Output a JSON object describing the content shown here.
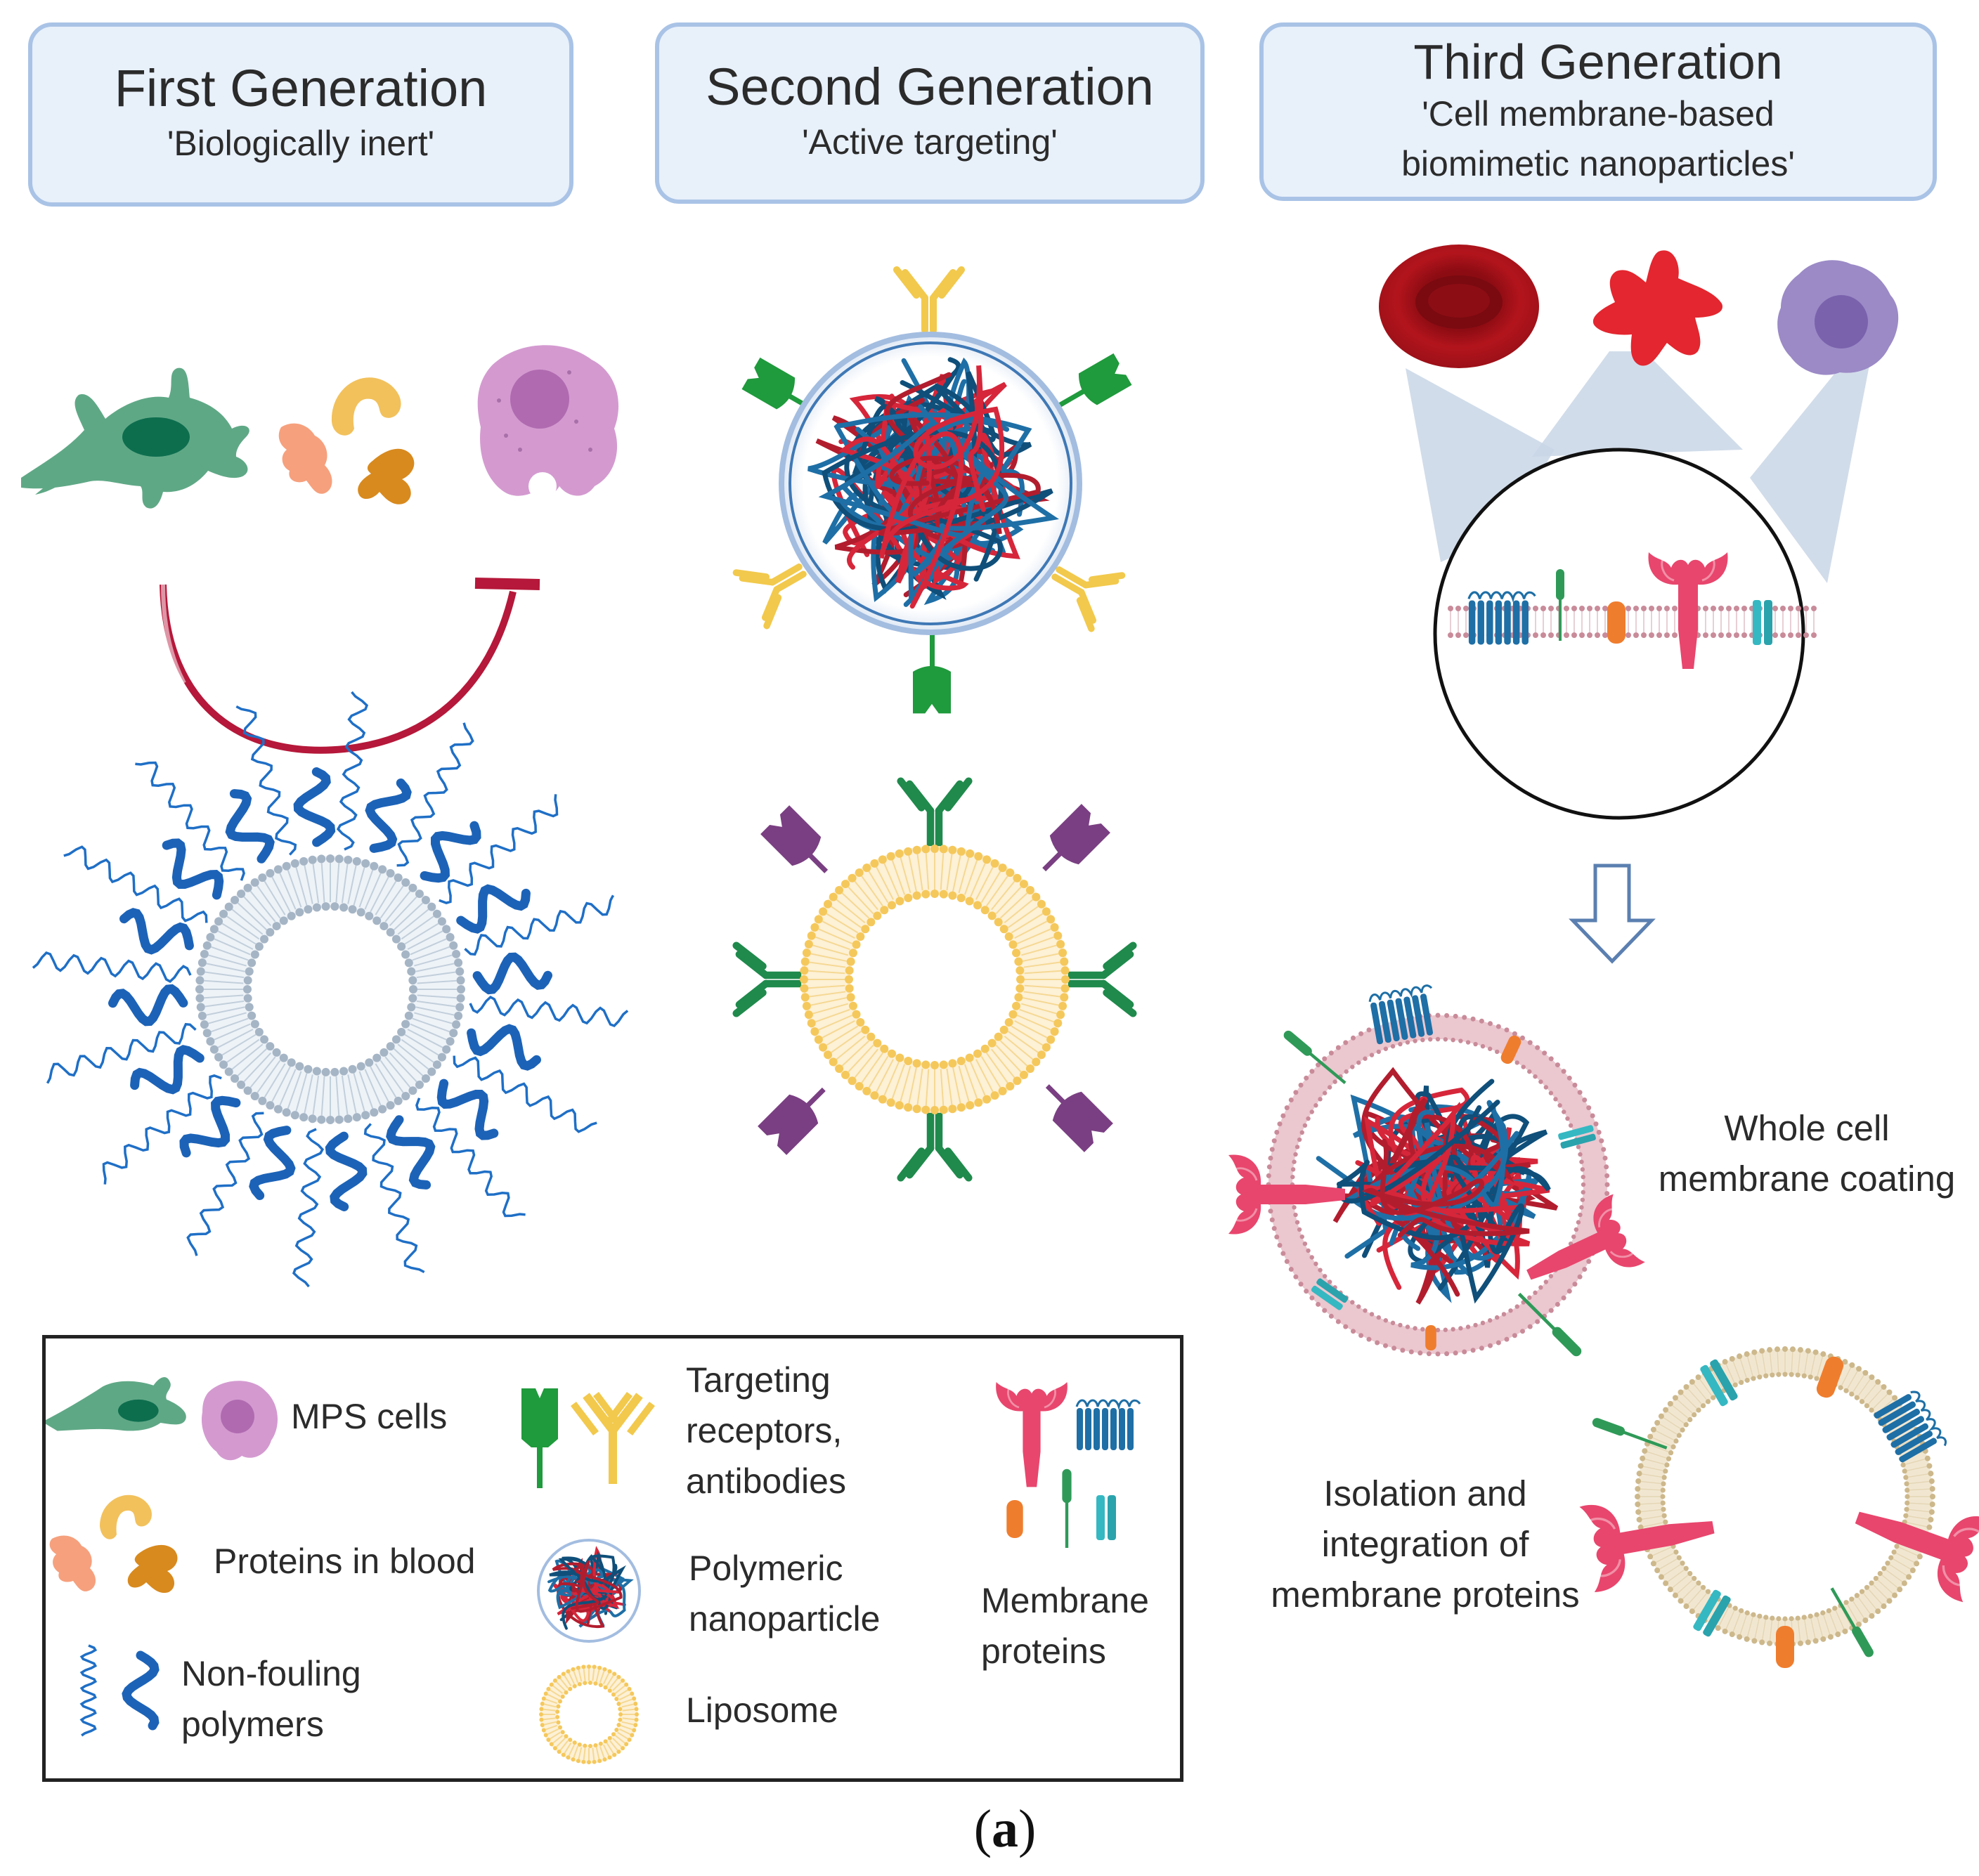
{
  "headers": [
    {
      "title": "First Generation",
      "subtitle": "'Biologically inert'"
    },
    {
      "title": "Second Generation",
      "subtitle": "'Active targeting'"
    },
    {
      "title": "Third Generation",
      "subtitle": "'Cell membrane-based biomimetic nanoparticles'"
    }
  ],
  "side_labels": {
    "whole_coating": "Whole cell membrane coating",
    "isolation": "Isolation and integration of membrane proteins"
  },
  "legend": {
    "mps_cells": "MPS cells",
    "proteins_in_blood": "Proteins in blood",
    "non_fouling": "Non-fouling polymers",
    "targeting": "Targeting receptors, antibodies",
    "polymeric": "Polymeric nanoparticle",
    "liposome": "Liposome",
    "membrane_proteins": "Membrane proteins"
  },
  "caption": {
    "open": "(",
    "letter": "a",
    "close": ")"
  },
  "colors": {
    "header_fill": "#e8f0fa",
    "header_border": "#a9c3e6",
    "mps_green": "#5fa886",
    "macrophage": "#d49ad0",
    "inhibit_arrow": "#b5183a",
    "non_fouling_blue": "#1f6fc6",
    "liposome_gray": "#a6b5c5",
    "polymer_red": "#d6263a",
    "polymer_blue": "#1e6fa6",
    "receptor_green": "#1f9a3c",
    "antibody_yellow": "#f2c94c",
    "antibody_green": "#1f8a4c",
    "receptor_purple": "#7a3f82",
    "liposome_yellow": "#f5c85c",
    "rbc": "#a6111a",
    "platelet": "#e3262f",
    "leukocyte": "#9b8ac6",
    "membrane_pink": "#e9b4c0",
    "membrane_tan": "#d9c7a3",
    "protein_pink": "#e8466d",
    "protein_blue": "#1e6fa6",
    "protein_orange": "#ef7d2e",
    "protein_teal": "#35b8c2"
  }
}
